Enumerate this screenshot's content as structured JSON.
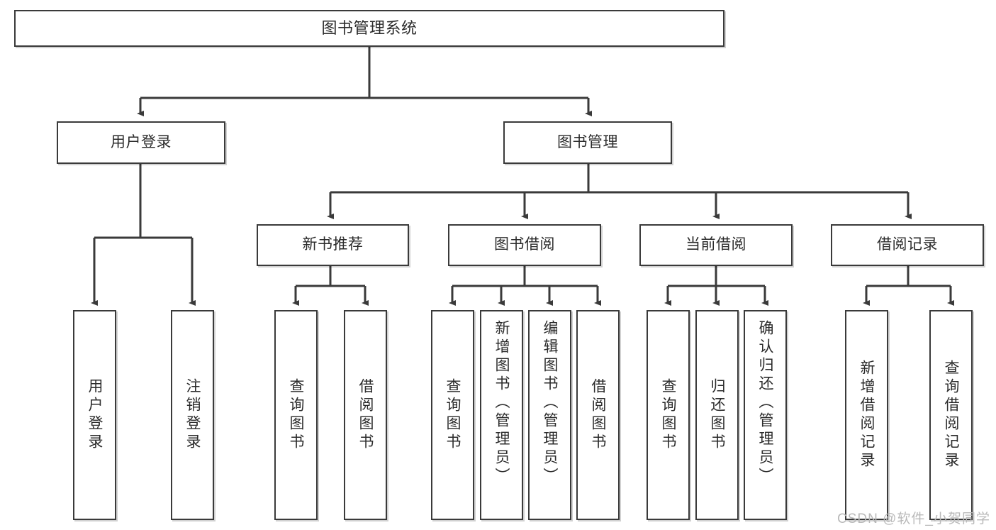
{
  "diagram": {
    "title": "图书管理系统",
    "type": "tree",
    "watermark": "CSDN @软件_小贺同学",
    "edge_color": "#3a3a3a",
    "node_border_color": "#3a3a3a",
    "node_fill_color": "#ffffff",
    "text_color": "#2b2b2b"
  },
  "root": {
    "label": "图书管理系统"
  },
  "level2": [
    {
      "label": "用户登录"
    },
    {
      "label": "图书管理"
    }
  ],
  "level3": [
    {
      "label": "新书推荐"
    },
    {
      "label": "图书借阅"
    },
    {
      "label": "当前借阅"
    },
    {
      "label": "借阅记录"
    }
  ],
  "leaves": {
    "user_login": [
      {
        "label": "用户登录"
      },
      {
        "label": "注销登录"
      }
    ],
    "new_book": [
      {
        "label": "查询图书"
      },
      {
        "label": "借阅图书"
      }
    ],
    "book_borrow": [
      {
        "label": "查询图书"
      },
      {
        "label": "新增图书（管理员）"
      },
      {
        "label": "编辑图书（管理员）"
      },
      {
        "label": "借阅图书"
      }
    ],
    "current_borrow": [
      {
        "label": "查询图书"
      },
      {
        "label": "归还图书"
      },
      {
        "label": "确认归还（管理员）"
      }
    ],
    "borrow_record": [
      {
        "label": "新增借阅记录"
      },
      {
        "label": "查询借阅记录"
      }
    ]
  }
}
